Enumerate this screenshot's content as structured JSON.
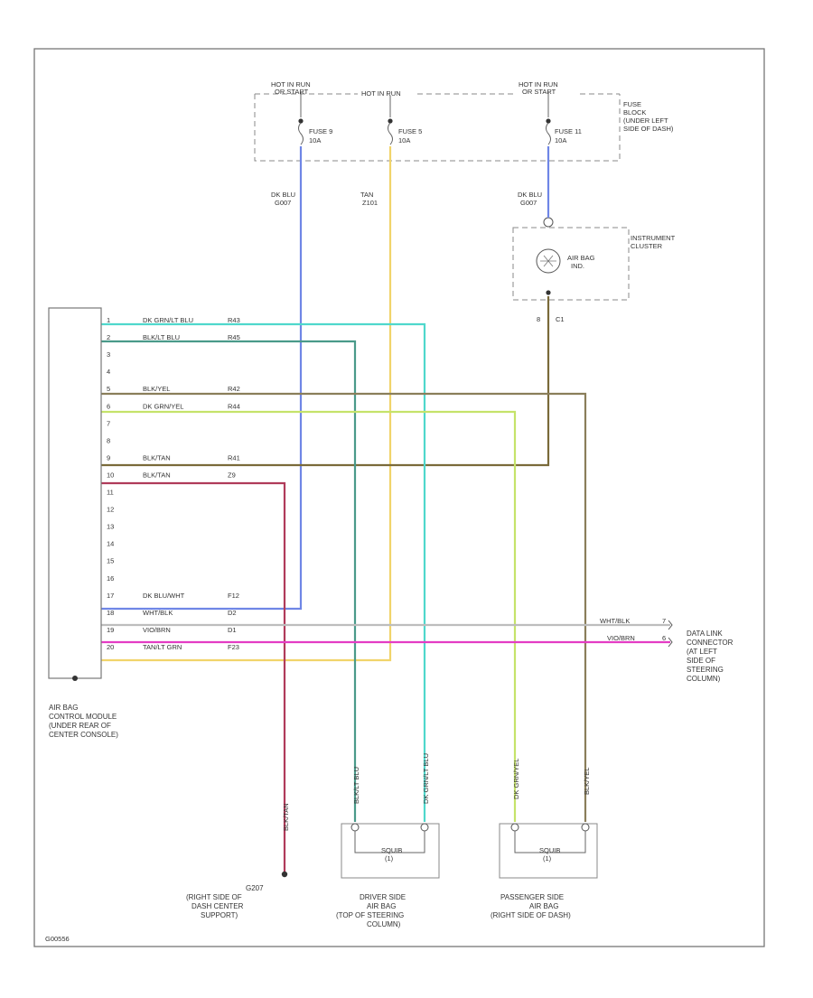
{
  "fuse_block": {
    "hot_left": [
      "HOT IN RUN",
      "OR START"
    ],
    "hot_middle": "HOT IN RUN",
    "hot_right": [
      "HOT IN RUN",
      "OR START"
    ],
    "fuse_left": [
      "FUSE 9",
      "10A"
    ],
    "fuse_middle": [
      "FUSE 5",
      "10A"
    ],
    "fuse_right": [
      "FUSE 11",
      "10A"
    ],
    "label": [
      "FUSE",
      "BLOCK",
      "(UNDER LEFT",
      "SIDE OF DASH)"
    ]
  },
  "wires_top": {
    "left": [
      "DK BLU",
      "G007"
    ],
    "middle": [
      "TAN",
      "Z101"
    ],
    "right": [
      "DK BLU",
      "G007"
    ]
  },
  "cluster": {
    "label": [
      "INSTRUMENT",
      "CLUSTER"
    ],
    "lamp": [
      "AIR BAG",
      "IND."
    ],
    "conn": [
      "8",
      "C1"
    ]
  },
  "module": {
    "label": [
      "AIR BAG",
      "CONTROL MODULE",
      "(UNDER REAR OF",
      "CENTER CONSOLE)"
    ],
    "pins": [
      "1",
      "2",
      "3",
      "4",
      "5",
      "6",
      "7",
      "8",
      "9",
      "10",
      "11",
      "12",
      "13",
      "14",
      "15",
      "16",
      "17",
      "18",
      "19",
      "20"
    ],
    "pin_wires": [
      {
        "pin": "1",
        "color": "DK GRN/LT BLU",
        "circuit": "R43"
      },
      {
        "pin": "2",
        "color": "BLK/LT BLU",
        "circuit": "R45"
      },
      {
        "pin": "5",
        "color": "BLK/YEL",
        "circuit": "R42"
      },
      {
        "pin": "6",
        "color": "DK GRN/YEL",
        "circuit": "R44"
      },
      {
        "pin": "9",
        "color": "BLK/TAN",
        "circuit": "R41"
      },
      {
        "pin": "10",
        "color": "BLK/TAN",
        "circuit": "Z9"
      },
      {
        "pin": "17",
        "color": "DK BLU/WHT",
        "circuit": "F12"
      },
      {
        "pin": "18",
        "color": "WHT/BLK",
        "circuit": "D2"
      },
      {
        "pin": "19",
        "color": "VIO/BRN",
        "circuit": "D1"
      },
      {
        "pin": "20",
        "color": "TAN/LT GRN",
        "circuit": "F23"
      }
    ]
  },
  "data_link": {
    "wire_top": "WHT/BLK",
    "wire_bottom": "VIO/BRN",
    "pin_top": "7",
    "pin_bottom": "6",
    "label": [
      "DATA LINK",
      "CONNECTOR",
      "(AT LEFT",
      "SIDE OF",
      "STEERING",
      "COLUMN)"
    ]
  },
  "bottom_wires": {
    "ground": "BLK/TAN",
    "driver_1": "BLK/LT BLU",
    "driver_2": "DK GRN/LT BLU",
    "pass_1": "DK GRN/YEL",
    "pass_2": "BLK/YEL"
  },
  "ground": {
    "label": [
      "G207",
      "(RIGHT SIDE OF",
      "DASH CENTER",
      "SUPPORT)"
    ]
  },
  "driver_airbag": {
    "squib": [
      "SQUIB",
      "(1)"
    ],
    "label": [
      "DRIVER SIDE",
      "AIR BAG",
      "(TOP OF STEERING",
      "COLUMN)"
    ]
  },
  "passenger_airbag": {
    "squib": [
      "SQUIB",
      "(1)"
    ],
    "label": [
      "PASSENGER SIDE",
      "AIR BAG",
      "(RIGHT SIDE OF DASH)"
    ]
  },
  "figure_id": "G00556",
  "colors": {
    "blue": "#6f86e6",
    "tan": "#f1d46a",
    "cyan": "#4fd8cc",
    "teal": "#4a9a8a",
    "olive": "#8a7e5a",
    "lime": "#c5e36a",
    "darkolive": "#7a6a3a",
    "maroon": "#b03b5a",
    "pink": "#e43cc4",
    "green": "#7fdc6a",
    "gray": "#bdbdbd"
  }
}
